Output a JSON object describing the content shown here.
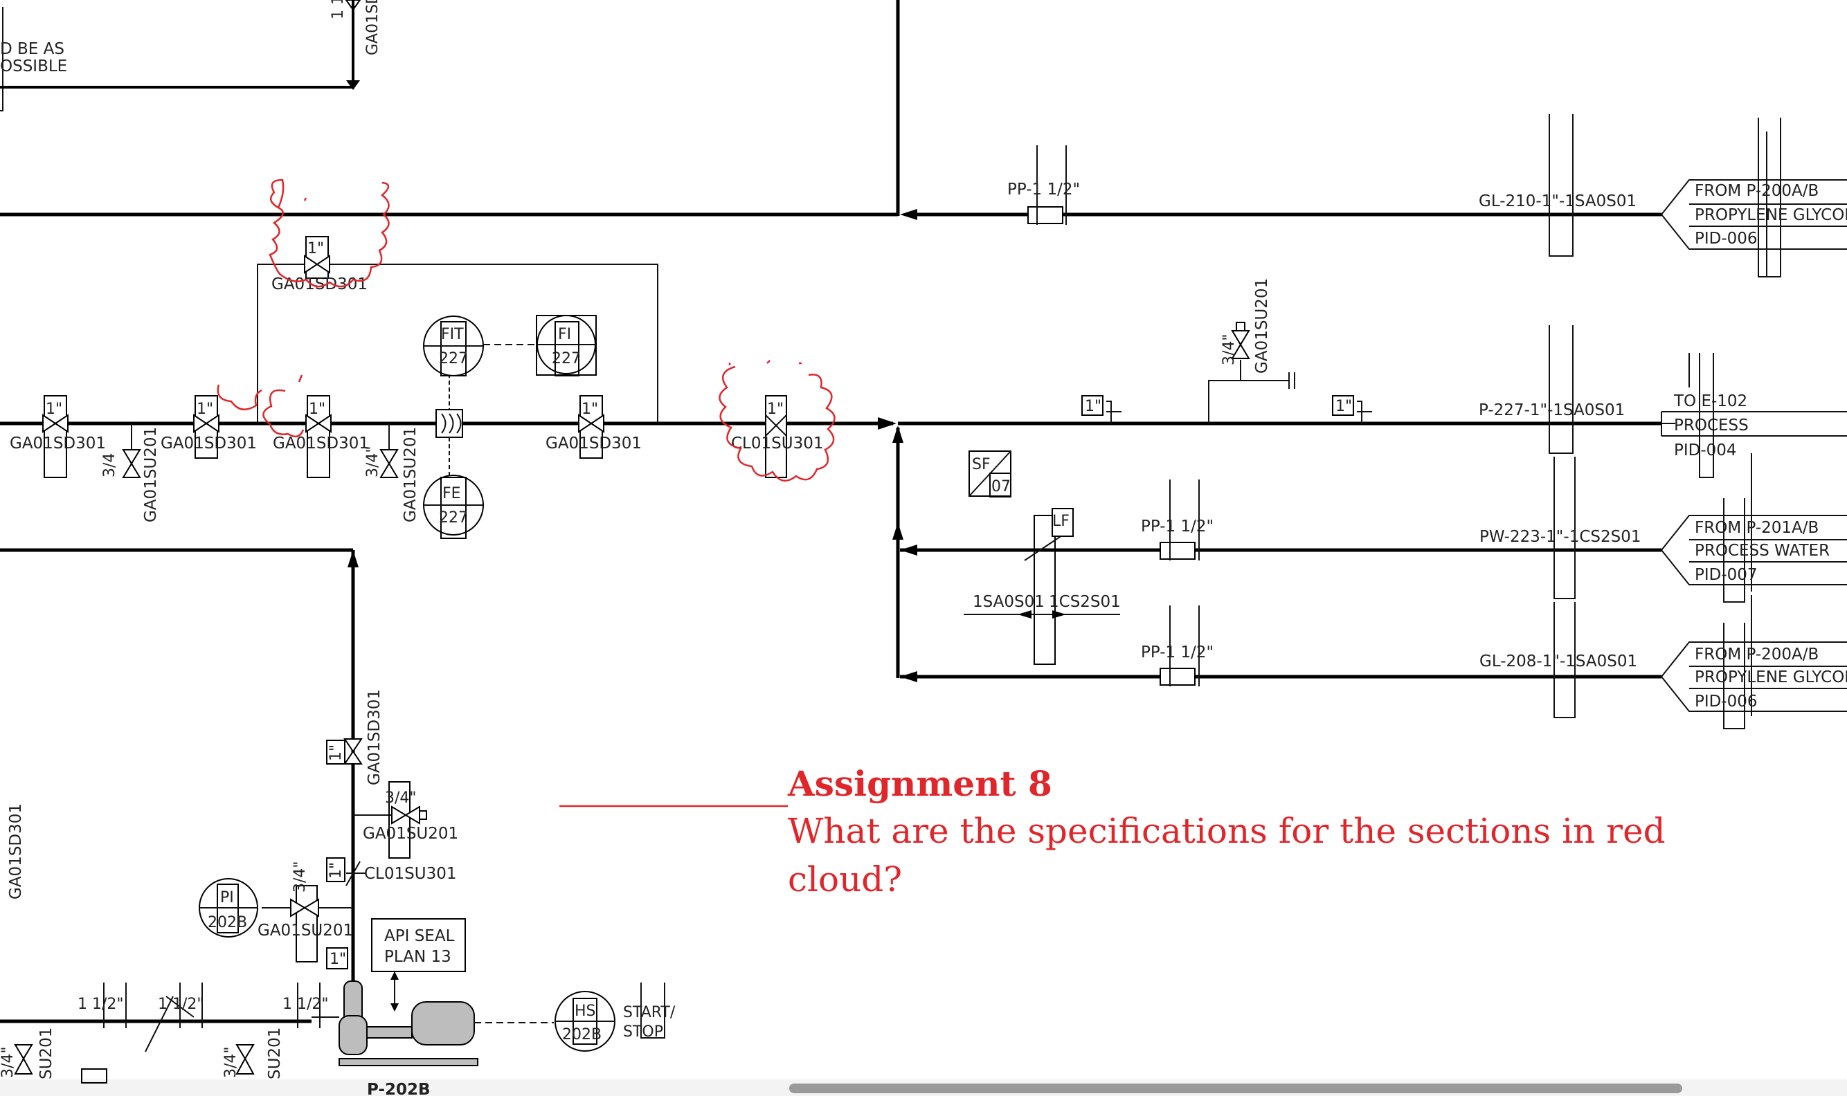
{
  "colors": {
    "line": "#000000",
    "markup": "#e0262b",
    "scrollbar": "#9a9a9a"
  },
  "assignment": {
    "title": "Assignment 8",
    "question": "What are the specifications for the sections in red cloud?"
  },
  "notes": {
    "top_left_line1": "D BE AS",
    "top_left_line2": "OSSIBLE"
  },
  "valve_tags": {
    "ga01sd301_a": "GA01SD301",
    "ga01sd301_b": "GA01SD301",
    "ga01sd301_c": "GA01SD301",
    "ga01sd301_d": "GA01SD301",
    "ga01sd301_e": "GA01SD301",
    "ga01sd301_vert_top": "GA01SD",
    "ga01sd301_vert_mid": "GA01SD301",
    "ga01sd301_vert_left": "GA01SD301",
    "cl01su301_main": "CL01SU301",
    "cl01su301_pump": "CL01SU301",
    "ga01su201_a": "GA01SU201",
    "ga01su201_b": "GA01SU201",
    "ga01su201_c": "GA01SU201",
    "ga01su201_d": "GA01SU201",
    "ga01su201_e": "GA01SU201",
    "su201_a": "SU201",
    "su201_b": "SU201"
  },
  "sizes": {
    "one_inch": "1\"",
    "three_quarter": "3/4\"",
    "three_quarter_plain": "3/4",
    "one_half_a": "1 1/2\"",
    "one_half_b": "1 1/2\"",
    "one_half_c": "1 1/2\"",
    "one_one": "1 1"
  },
  "instruments": {
    "fit": {
      "tag": "FIT",
      "num": "227"
    },
    "fi": {
      "tag": "FI",
      "num": "227"
    },
    "fe": {
      "tag": "FE",
      "num": "227"
    },
    "sf": {
      "tag": "SF",
      "num": "07"
    },
    "lf": {
      "tag": "LF"
    },
    "pi": {
      "tag": "PI",
      "num": "202B"
    },
    "hs": {
      "tag": "HS",
      "num": "202B"
    },
    "start_stop_1": "START/",
    "start_stop_2": "STOP"
  },
  "api_seal": {
    "line1": "API SEAL",
    "line2": "PLAN 13"
  },
  "pump_label": "P-202B",
  "lines": {
    "pp_1": "PP-1 1/2\"",
    "pp_2": "PP-1 1/2\"",
    "pp_3": "PP-1 1/2\"",
    "gl210": "GL-210-1\"-1SA0S01",
    "p227": "P-227-1\"-1SA0S01",
    "pw223": "PW-223-1\"-1CS2S01",
    "gl208": "GL-208-1\"-1SA0S01",
    "spec_break_left": "1SA0S01",
    "spec_break_right": "1CS2S01"
  },
  "offpage": [
    {
      "l1": "FROM P-200A/B",
      "l2": "PROPYLENE GLYCOL",
      "l3": "PID-006"
    },
    {
      "l1": "TO E-102",
      "l2": "PROCESS",
      "l3": "PID-004"
    },
    {
      "l1": "FROM P-201A/B",
      "l2": "PROCESS WATER",
      "l3": "PID-007"
    },
    {
      "l1": "FROM P-200A/B",
      "l2": "PROPYLENE GLYCOL",
      "l3": "PID-006"
    }
  ]
}
